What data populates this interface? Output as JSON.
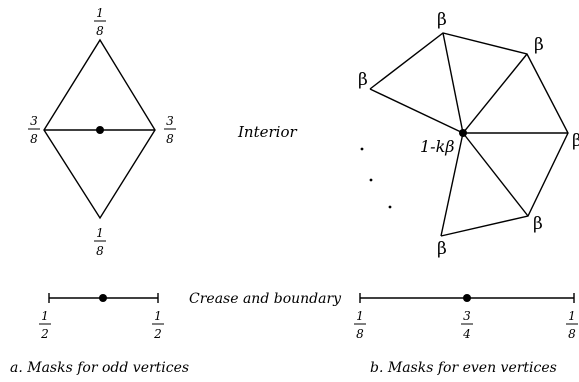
{
  "labels": {
    "interior": "Interior",
    "crease_boundary": "Crease and boundary",
    "caption_odd": "a.  Masks for odd vertices",
    "caption_even": "b.  Masks for even vertices"
  },
  "odd_interior_mask": {
    "top": {
      "num": "1",
      "den": "8"
    },
    "bottom": {
      "num": "1",
      "den": "8"
    },
    "left": {
      "num": "3",
      "den": "8"
    },
    "right": {
      "num": "3",
      "den": "8"
    }
  },
  "even_interior_mask": {
    "outer_weight": "β",
    "center_weight": "1-kβ",
    "ellipsis": "···"
  },
  "odd_crease_mask": {
    "left": {
      "num": "1",
      "den": "2"
    },
    "right": {
      "num": "1",
      "den": "2"
    }
  },
  "even_crease_mask": {
    "left": {
      "num": "1",
      "den": "8"
    },
    "center": {
      "num": "3",
      "den": "4"
    },
    "right": {
      "num": "1",
      "den": "8"
    }
  }
}
